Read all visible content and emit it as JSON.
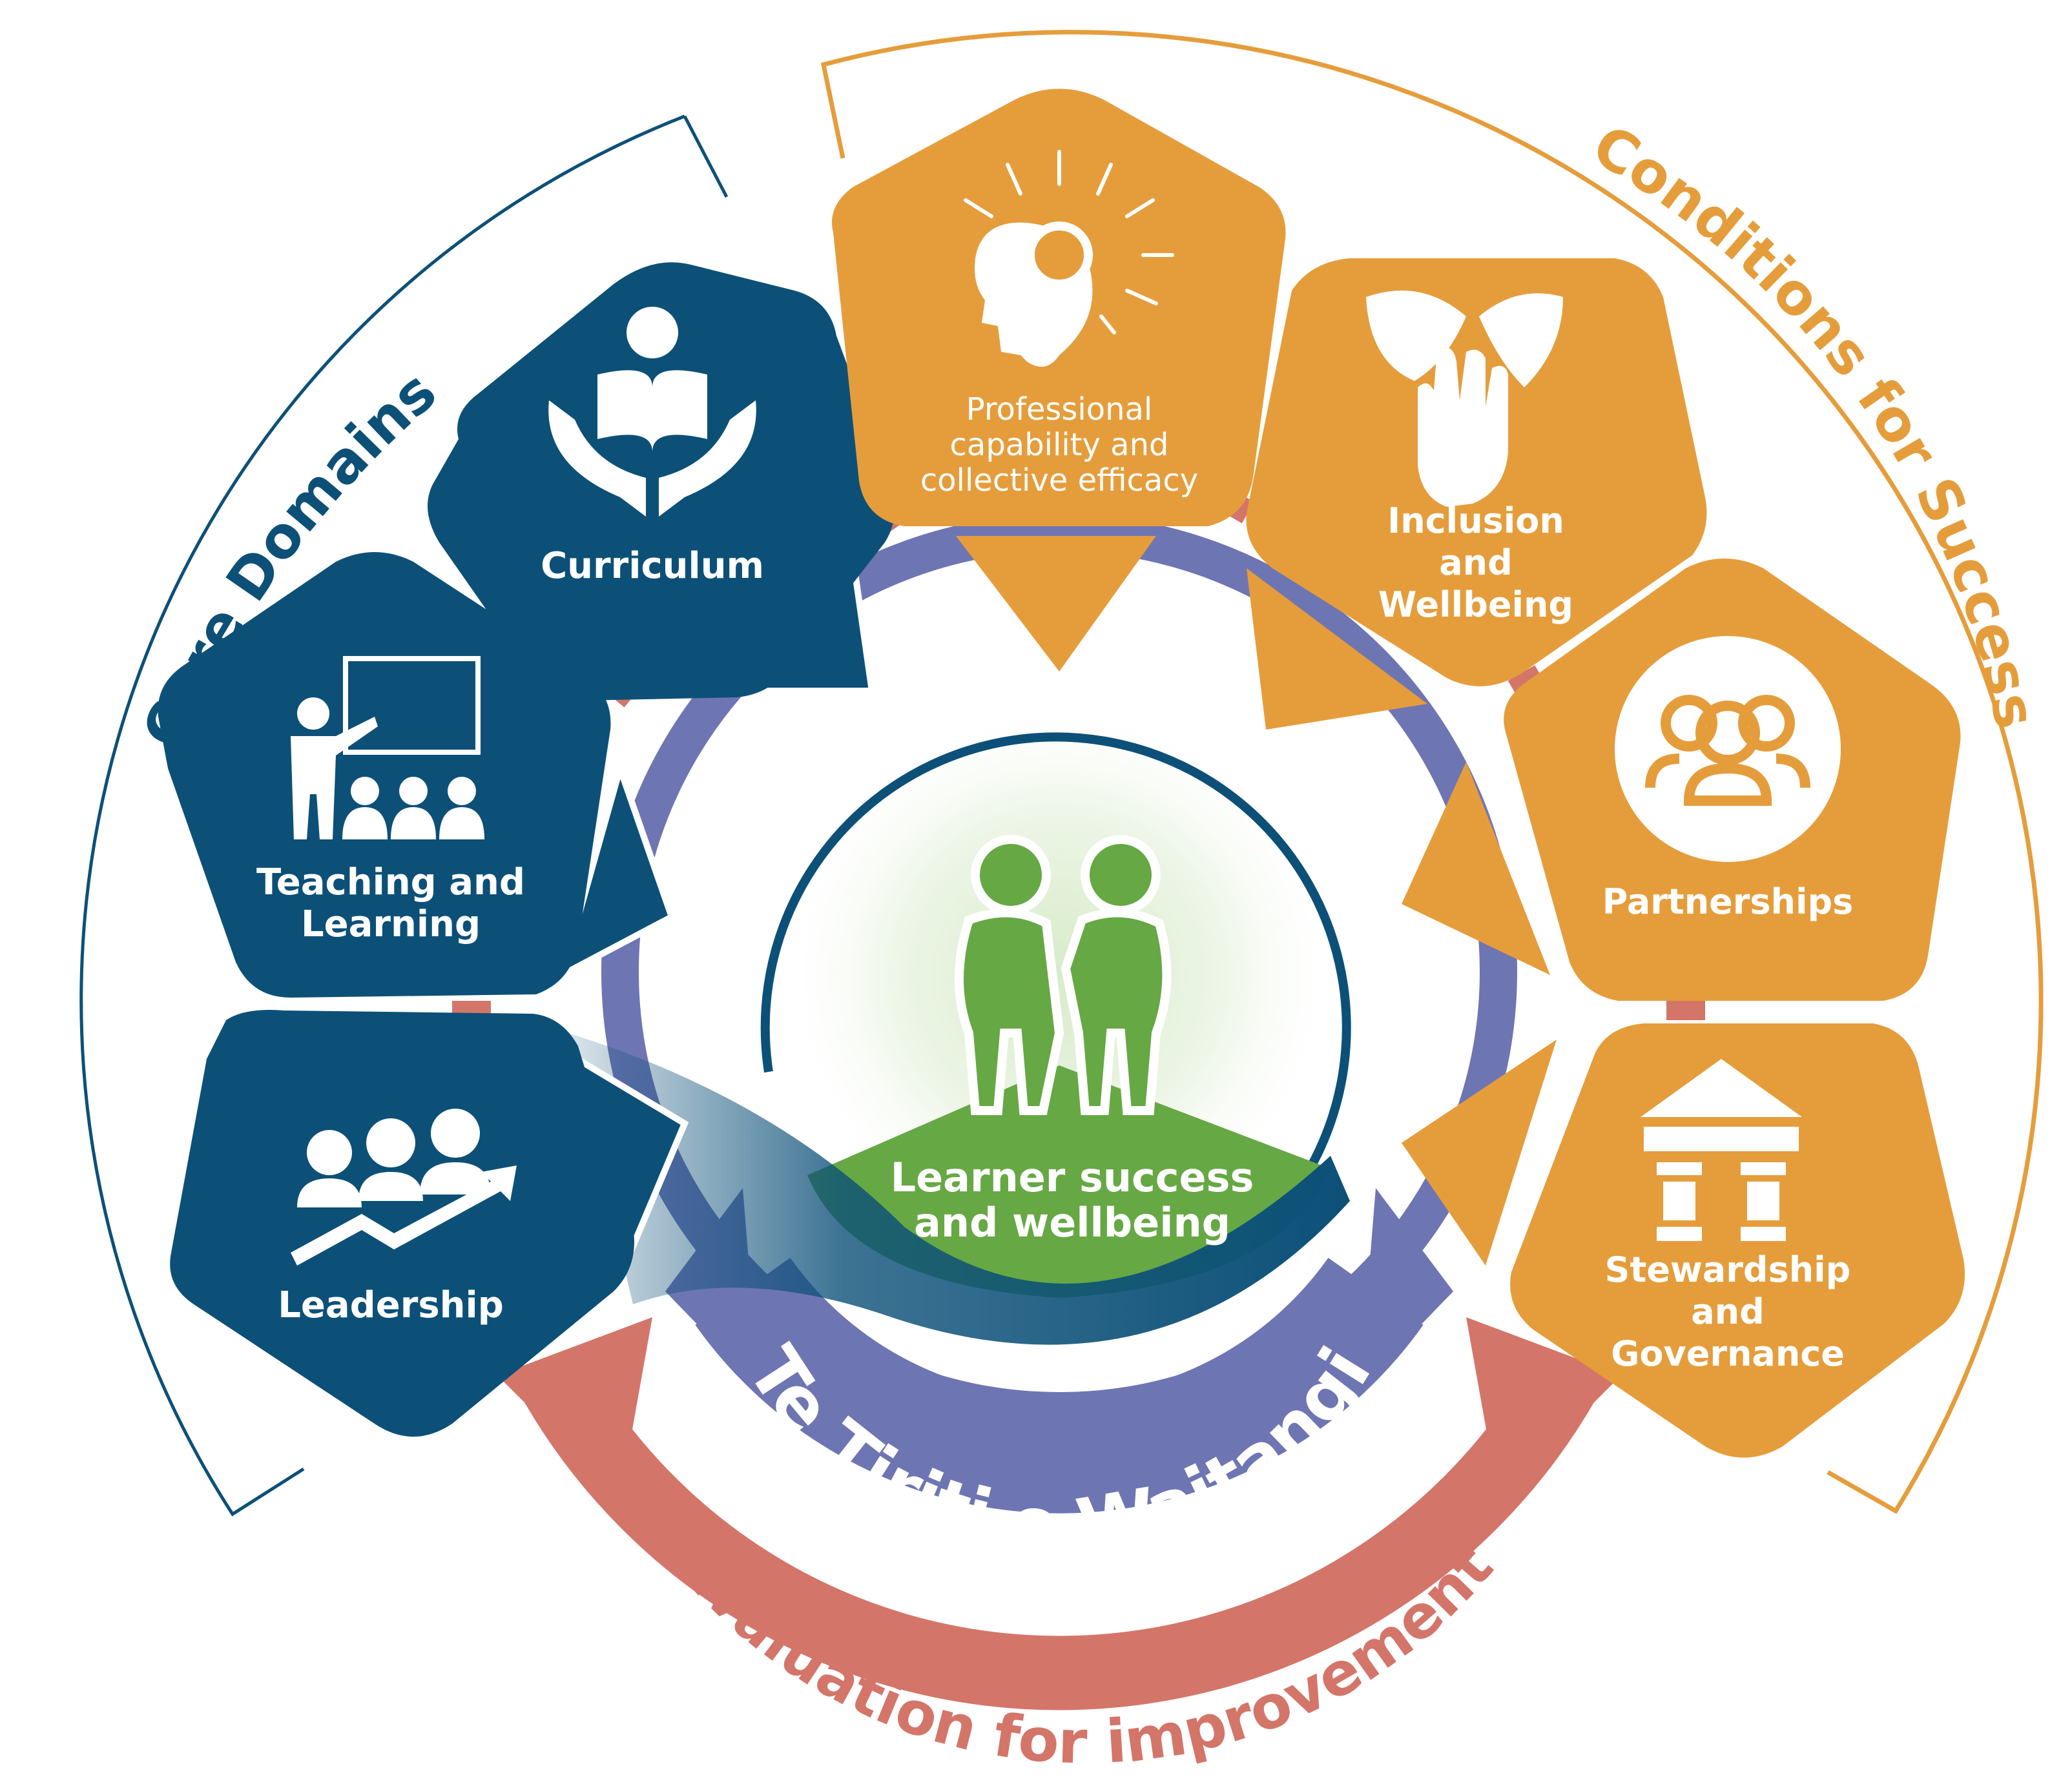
{
  "colors": {
    "navy": "#0c5078",
    "orange": "#e59d3b",
    "purple": "#6e75b3",
    "salmon": "#d4756a",
    "green": "#66a844",
    "white": "#ffffff"
  },
  "sections": {
    "core_domains": "Core Domains",
    "conditions_for_success": "Conditions for Success"
  },
  "core_domains": [
    {
      "id": "curriculum",
      "lines": [
        "Curriculum"
      ],
      "icon": "hands-holding-book-icon"
    },
    {
      "id": "teaching",
      "lines": [
        "Teaching and",
        "Learning"
      ],
      "icon": "teacher-whiteboard-icon"
    },
    {
      "id": "leadership",
      "lines": [
        "Leadership"
      ],
      "icon": "people-growth-arrow-icon"
    }
  ],
  "conditions": [
    {
      "id": "professional",
      "lines": [
        "Professional",
        "capability and",
        "collective efficacy"
      ],
      "icon": "head-gear-icon"
    },
    {
      "id": "inclusion",
      "lines": [
        "Inclusion",
        "and",
        "Wellbeing"
      ],
      "icon": "hand-leaves-icon"
    },
    {
      "id": "partnerships",
      "lines": [
        "Partnerships"
      ],
      "icon": "group-icon"
    },
    {
      "id": "stewardship",
      "lines": [
        "Stewardship",
        "and",
        "Governance"
      ],
      "icon": "building-icon"
    }
  ],
  "center": {
    "lines": [
      "Learner success",
      "and wellbeing"
    ],
    "icon": "two-students-icon"
  },
  "treaty_label": "Te Tiriti o Waitangi",
  "evaluation_label": "Evaluation for improvement"
}
